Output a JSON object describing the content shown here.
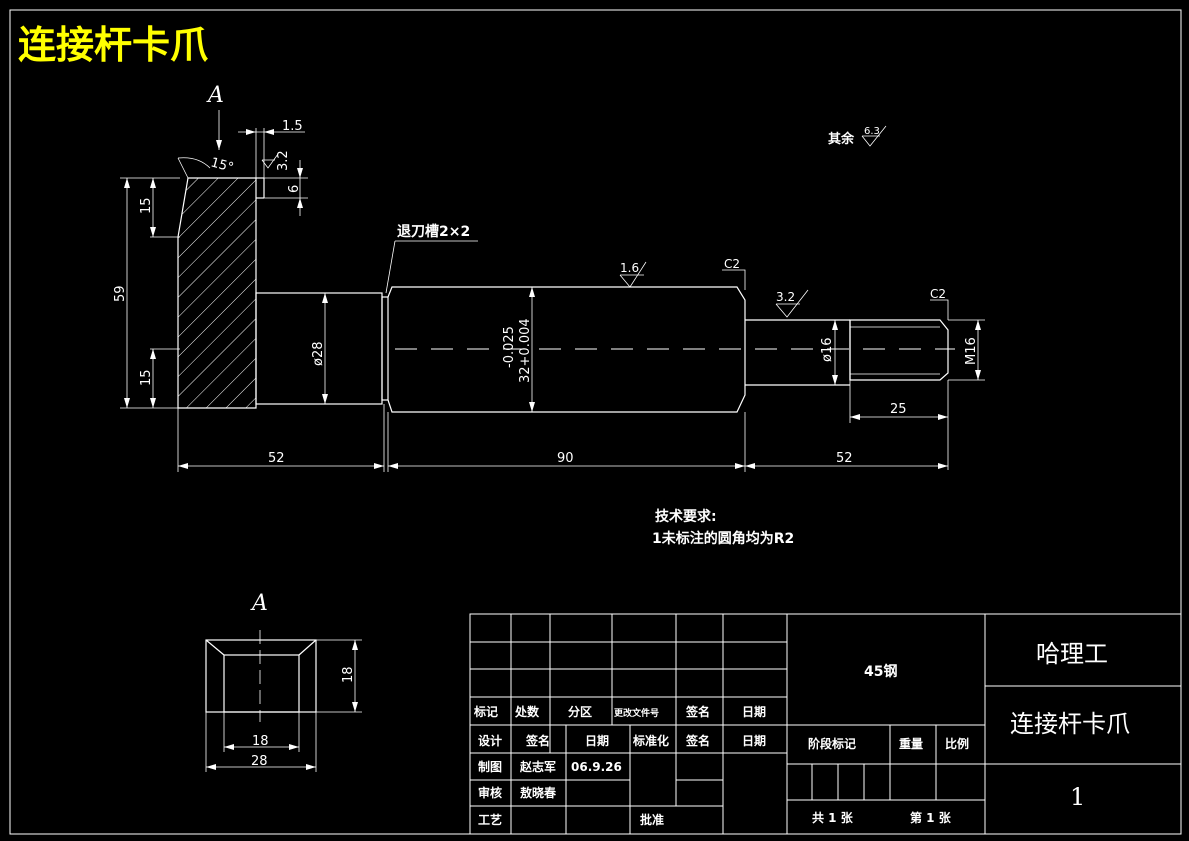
{
  "title": "连接杆卡爪",
  "view_marker": "A",
  "section_view_label": "A",
  "roughness_other": "其余",
  "roughness_other_value": "6.3",
  "undercut_note": "退刀槽2×2",
  "dims": {
    "d1_5": "1.5",
    "d3_2_top": "3.2",
    "d6": "6",
    "d15_top": "15",
    "d15_bottom": "15",
    "d59": "59",
    "angle15": "15°",
    "dia28": "ø28",
    "tol_upper": "-0.025",
    "tol_main": "32+0.004",
    "r1_6": "1.6",
    "c2_a": "C2",
    "r3_2": "3.2",
    "dia16": "ø16",
    "c2_b": "C2",
    "m16": "M16",
    "d25": "25",
    "d52_left": "52",
    "d90": "90",
    "d52_right": "52",
    "a_18_side": "18",
    "a_18_bottom": "18",
    "a_28_bottom": "28"
  },
  "tech_req": {
    "heading": "技术要求:",
    "line1": "1未标注的圆角均为R2"
  },
  "title_block": {
    "material": "45钢",
    "school": "哈理工",
    "part_name": "连接杆卡爪",
    "scale_no": "1",
    "row_mark": [
      "标记",
      "处数",
      "分区",
      "更改文件号",
      "签名",
      "日期"
    ],
    "row_design": [
      "设计",
      "签名",
      "日期",
      "标准化",
      "签名",
      "日期"
    ],
    "drawn_label": "制图",
    "drawn_name": "赵志军",
    "drawn_date": "06.9.26",
    "check_label": "审核",
    "check_name": "敖晓春",
    "process_label": "工艺",
    "approve_label": "批准",
    "stage_label": "阶段标记",
    "weight_label": "重量",
    "scale_label": "比例",
    "sheets_total": "共  1  张",
    "sheet_no": "第  1  张"
  }
}
